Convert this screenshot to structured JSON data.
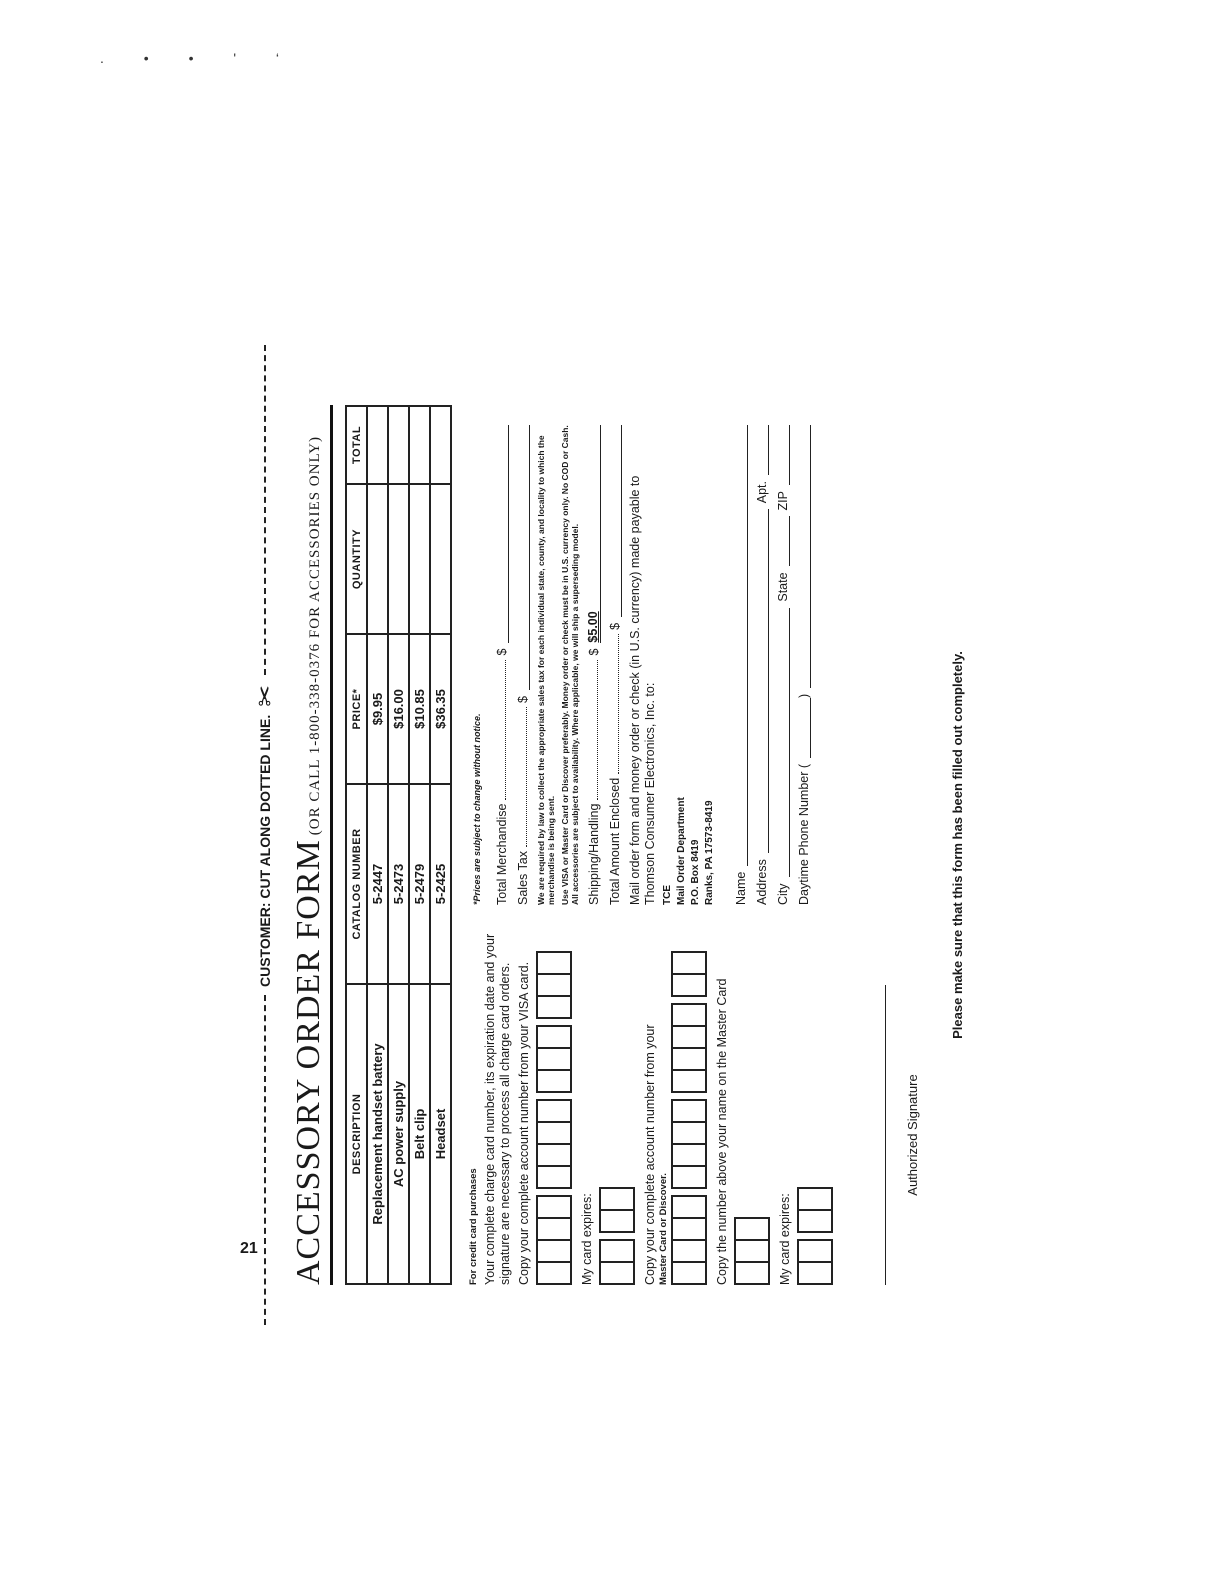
{
  "page_number": "21",
  "cut_label": "CUSTOMER: CUT ALONG DOTTED LINE.",
  "scissors_icon": "scissors-icon",
  "title": {
    "main": "ACCESSORY ORDER FORM",
    "sub": "(OR CALL 1-800-338-0376 FOR ACCESSORIES ONLY)"
  },
  "table": {
    "headers": [
      "DESCRIPTION",
      "CATALOG NUMBER",
      "PRICE*",
      "QUANTITY",
      "TOTAL"
    ],
    "rows": [
      [
        "Replacement handset battery",
        "5-2447",
        "$9.95",
        "",
        ""
      ],
      [
        "AC power supply",
        "5-2473",
        "$16.00",
        "",
        ""
      ],
      [
        "Belt clip",
        "5-2479",
        "$10.85",
        "",
        ""
      ],
      [
        "Headset",
        "5-2425",
        "$36.35",
        "",
        ""
      ]
    ]
  },
  "price_note": "*Prices are subject to change without notice.",
  "credit": {
    "heading": "For credit card purchases",
    "intro": "Your complete charge card number, its expiration date and your signature are necessary to process all charge card orders.",
    "visa_copy": "Copy your complete account number from your VISA card.",
    "expires_1": "My card expires:",
    "mc_copy": "Copy your complete account number from your",
    "mc_brand": "Master Card or Discover.",
    "mc_name": "Copy the number above your name on the Master Card",
    "expires_2": "My card expires:"
  },
  "totals": {
    "merchandise": "Total Merchandise",
    "sales_tax": "Sales Tax",
    "tax_note": "We are required by law to collect the appropriate sales tax for each individual state, county, and locality to which the merchandise is being sent.",
    "visa_note": "Use VISA or Master Card or Discover preferably. Money order or check must be in U.S. currency only. No COD or Cash. All accessories are subject to availability. Where applicable, we will ship a superseding model.",
    "shipping": "Shipping/Handling",
    "shipping_value": "$5.00",
    "total_enclosed": "Total Amount Enclosed",
    "currency": "$"
  },
  "mail": {
    "instructions": "Mail order form and money order or check (in U.S. currency) made payable to Thomson Consumer Electronics, Inc. to:",
    "line1": "TCE",
    "line2": "Mail Order Department",
    "line3": "P.O. Box 8419",
    "line4": "Ranks, PA 17573-8419"
  },
  "fields": {
    "name": "Name",
    "address": "Address",
    "apt": "Apt.",
    "city": "City",
    "state": "State",
    "zip": "ZIP",
    "phone": "Daytime Phone Number (",
    "phone_close": ")"
  },
  "signature_label": "Authorized Signature",
  "footer_note": "Please make sure that this form has been filled out completely."
}
